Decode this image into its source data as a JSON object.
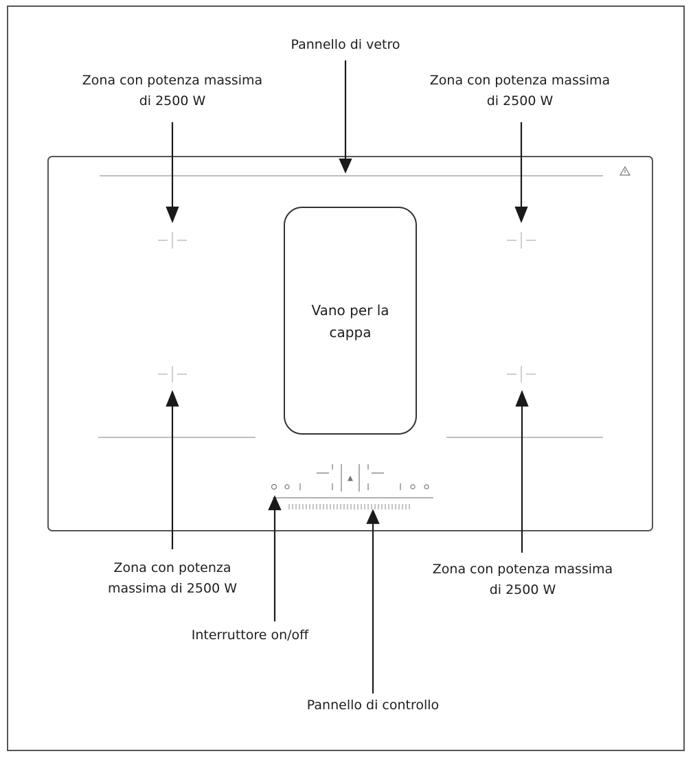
{
  "labels": {
    "glass_panel": "Pannello di vetro",
    "zone_top_left": [
      "Zona con potenza massima",
      "di 2500 W"
    ],
    "zone_top_right": [
      "Zona con potenza massima",
      "di 2500 W"
    ],
    "zone_bottom_left": [
      "Zona con potenza",
      "massima di 2500 W"
    ],
    "zone_bottom_right": [
      "Zona con potenza massima",
      "di 2500 W"
    ],
    "hood_compartment": [
      "Vano per la",
      "cappa"
    ],
    "on_off_switch": "Interruttore on/off",
    "control_panel": "Pannello di controllo"
  },
  "colors": {
    "outline": "#555555",
    "guide_line": "#bfbfbf",
    "arrow": "#1a1a1a",
    "text": "#1e1e1e"
  },
  "icons": {
    "warning": "hot-surface-warning-icon"
  }
}
